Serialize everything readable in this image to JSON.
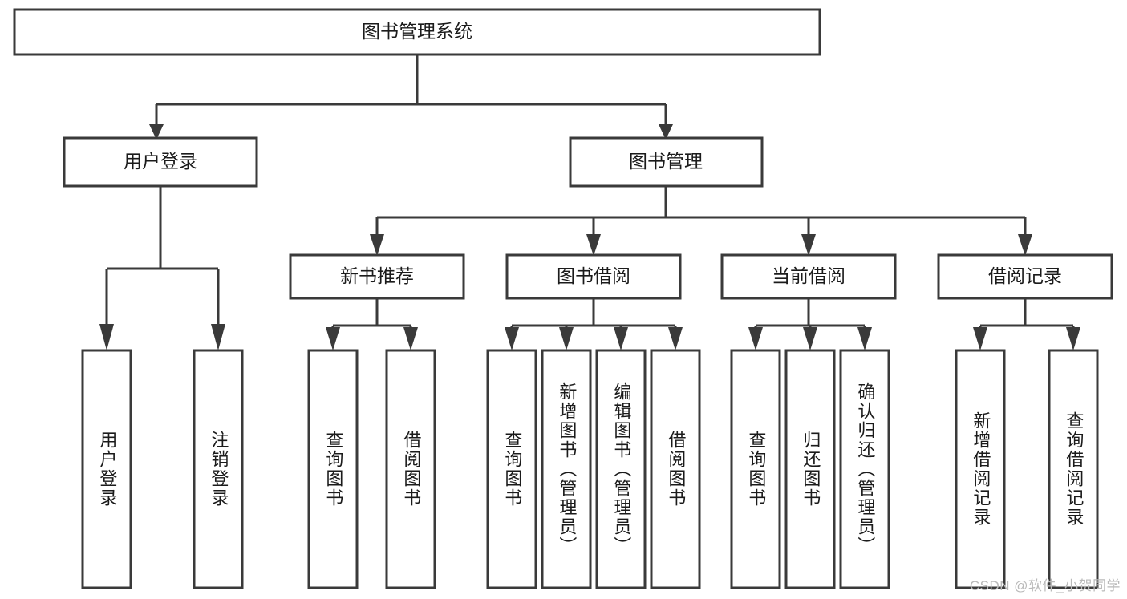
{
  "diagram": {
    "type": "tree-hierarchy",
    "title": "图书管理系统",
    "watermark": "CSDN @软件_小贺同学",
    "colors": {
      "background": "#ffffff",
      "stroke": "#3a3a3a",
      "text": "#1b1b1b",
      "watermark": "#b9b9b9"
    },
    "root": {
      "label": "图书管理系统"
    },
    "level2": [
      {
        "label": "用户登录"
      },
      {
        "label": "图书管理"
      }
    ],
    "level3": [
      {
        "label": "新书推荐"
      },
      {
        "label": "图书借阅"
      },
      {
        "label": "当前借阅"
      },
      {
        "label": "借阅记录"
      }
    ],
    "leaves": {
      "user_login": [
        {
          "label": "用户登录"
        },
        {
          "label": "注销登录"
        }
      ],
      "new_book_recommend": [
        {
          "label": "查询图书"
        },
        {
          "label": "借阅图书"
        }
      ],
      "book_borrow": [
        {
          "label": "查询图书"
        },
        {
          "label": "新增图书（管理员）"
        },
        {
          "label": "编辑图书（管理员）"
        },
        {
          "label": "借阅图书"
        }
      ],
      "current_borrow": [
        {
          "label": "查询图书"
        },
        {
          "label": "归还图书"
        },
        {
          "label": "确认归还（管理员）"
        }
      ],
      "borrow_record": [
        {
          "label": "新增借阅记录"
        },
        {
          "label": "查询借阅记录"
        }
      ]
    }
  }
}
